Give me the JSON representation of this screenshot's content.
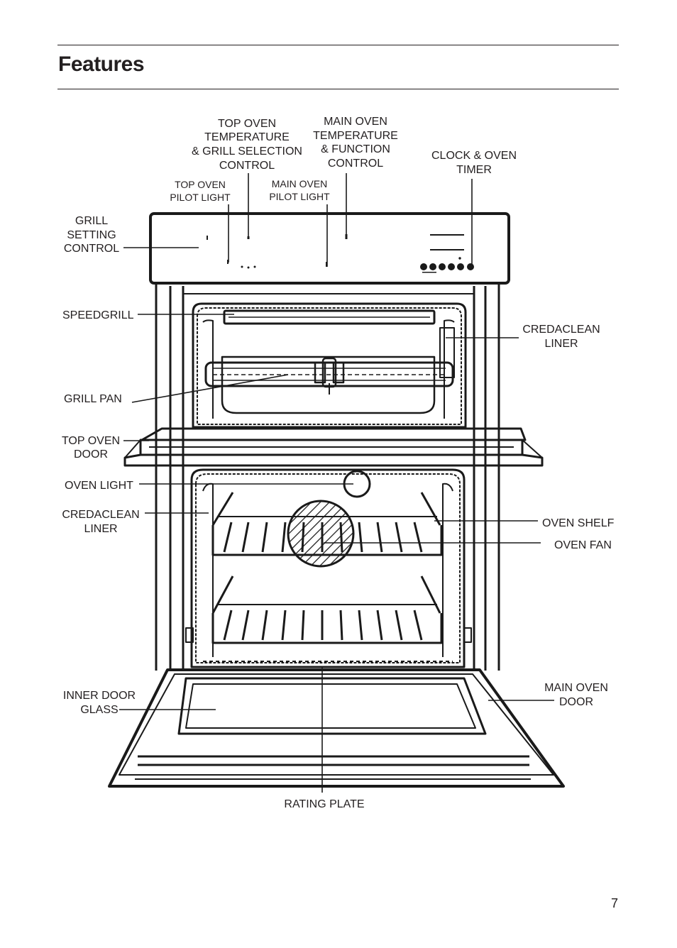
{
  "page": {
    "title": "Features",
    "number": "7"
  },
  "labels": {
    "top_oven_temp": [
      "TOP OVEN",
      "TEMPERATURE",
      "& GRILL SELECTION",
      "CONTROL"
    ],
    "main_oven_temp": [
      "MAIN OVEN",
      "TEMPERATURE",
      "& FUNCTION",
      "CONTROL"
    ],
    "clock_timer": [
      "CLOCK & OVEN",
      "TIMER"
    ],
    "top_oven_pilot": [
      "TOP OVEN",
      "PILOT LIGHT"
    ],
    "main_oven_pilot": [
      "MAIN OVEN",
      "PILOT LIGHT"
    ],
    "grill_setting": [
      "GRILL",
      "SETTING",
      "CONTROL"
    ],
    "speedgrill": [
      "SPEEDGRILL"
    ],
    "credaclean_top": [
      "CREDACLEAN",
      "LINER"
    ],
    "grill_pan": [
      "GRILL PAN"
    ],
    "top_oven_door": [
      "TOP OVEN",
      "DOOR"
    ],
    "oven_light": [
      "OVEN LIGHT"
    ],
    "credaclean_main": [
      "CREDACLEAN",
      "LINER"
    ],
    "oven_shelf": [
      "OVEN SHELF"
    ],
    "oven_fan": [
      "OVEN FAN"
    ],
    "inner_door_glass": [
      "INNER DOOR",
      "GLASS"
    ],
    "main_oven_door": [
      "MAIN OVEN",
      "DOOR"
    ],
    "rating_plate": [
      "RATING PLATE"
    ]
  }
}
